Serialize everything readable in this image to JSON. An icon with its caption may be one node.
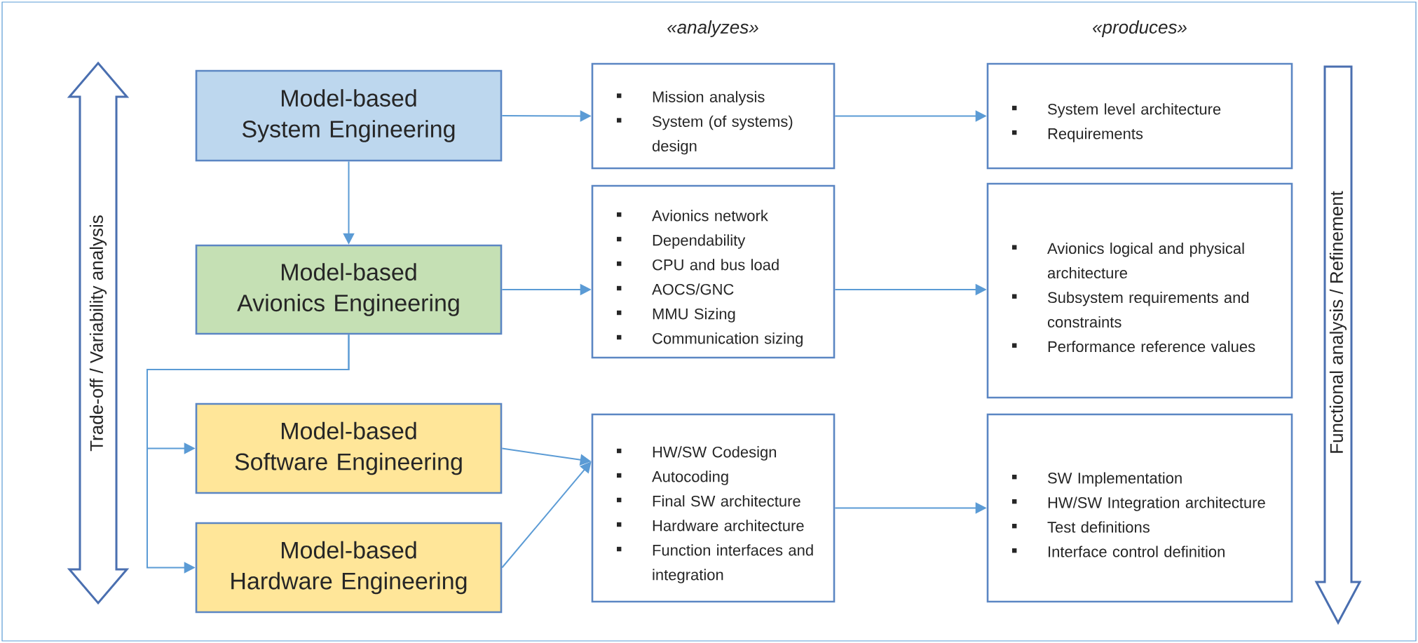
{
  "diagram": {
    "nodes": [
      {
        "text": [
          "Trade-off / Variability analysis"
        ]
      },
      {
        "text": [
          "Model-based System Engineering"
        ]
      },
      {
        "text": [
          "Mission analysis",
          "System (of systems) design"
        ]
      },
      {
        "text": [
          "System level architecture",
          "Requirements"
        ]
      },
      {
        "text": [
          "Functional analysis / Refinement"
        ]
      },
      {
        "text": [
          "Model-based Avionics Engineering"
        ]
      },
      {
        "text": [
          "Avionics network",
          "Dependability",
          "CPU and bus load",
          "AOCS/GNC",
          "MMU Sizing",
          "Communication sizing"
        ]
      },
      {
        "text": [
          "Avionics logical and physical architecture",
          "Subsystem requirements and constraints",
          "Performance reference values"
        ]
      },
      {
        "text": [
          "Model-based Software Engineering"
        ]
      },
      {
        "text": [
          "HW/SW Codesign",
          "Autocoding",
          "Final SW architecture",
          "Hardware architecture",
          "Function interfaces and integration"
        ]
      },
      {
        "text": [
          "SW Implementation",
          "HW/SW Integration architecture",
          "Test definitions",
          "Interface control definition"
        ]
      },
      {
        "text": [
          "Model-based Hardware Engineering"
        ]
      }
    ],
    "edges": [
      {
        "from": 1,
        "to": 2,
        "arrow": "to"
      },
      {
        "from": 2,
        "to": 3,
        "arrow": "to"
      },
      {
        "from": 1,
        "to": 5,
        "arrow": "to"
      },
      {
        "from": 5,
        "to": 6,
        "arrow": "to"
      },
      {
        "from": 6,
        "to": 7,
        "arrow": "to"
      },
      {
        "from": 5,
        "to": 8,
        "arrow": "to"
      },
      {
        "from": 5,
        "to": 11,
        "arrow": "to"
      },
      {
        "from": 8,
        "to": 9,
        "arrow": "to"
      },
      {
        "from": 11,
        "to": 9,
        "arrow": "to"
      },
      {
        "from": 9,
        "to": 10,
        "arrow": "to"
      }
    ],
    "labels": [
      "«analyzes»",
      "«produces»"
    ]
  }
}
